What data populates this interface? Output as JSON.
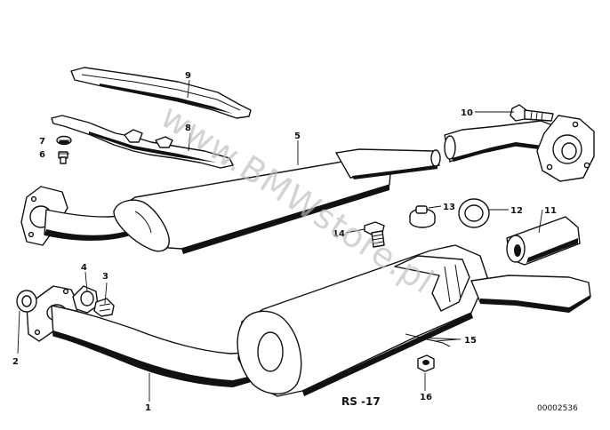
{
  "callouts": [
    {
      "id": "1",
      "label": "1"
    },
    {
      "id": "2",
      "label": "2"
    },
    {
      "id": "3",
      "label": "3"
    },
    {
      "id": "4",
      "label": "4"
    },
    {
      "id": "5",
      "label": "5"
    },
    {
      "id": "6",
      "label": "6"
    },
    {
      "id": "7",
      "label": "7"
    },
    {
      "id": "8",
      "label": "8"
    },
    {
      "id": "9",
      "label": "9"
    },
    {
      "id": "10",
      "label": "10"
    },
    {
      "id": "11",
      "label": "11"
    },
    {
      "id": "12",
      "label": "12"
    },
    {
      "id": "13",
      "label": "13"
    },
    {
      "id": "14",
      "label": "14"
    },
    {
      "id": "15",
      "label": "15"
    },
    {
      "id": "16",
      "label": "16"
    }
  ],
  "reference_label": "RS -17",
  "diagram_code": "00002536",
  "watermark": "www.BMWstore.pl"
}
